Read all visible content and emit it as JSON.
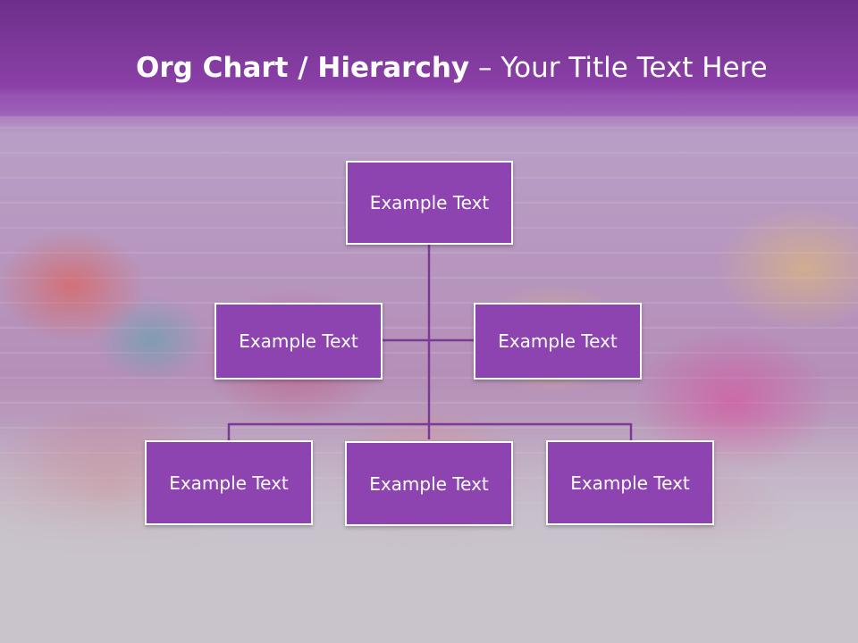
{
  "title": {
    "bold": "Org Chart / Hierarchy",
    "dash": " – ",
    "rest": "Your Title Text Here"
  },
  "colors": {
    "header": "#8b40a8",
    "box_fill": "#8e44b0",
    "box_border": "#ffffff",
    "connector": "#7a3a96"
  },
  "nodes": {
    "top": "Example Text",
    "assistant_left": "Example Text",
    "assistant_right": "Example Text",
    "sub_left": "Example Text",
    "sub_center": "Example Text",
    "sub_right": "Example Text"
  }
}
